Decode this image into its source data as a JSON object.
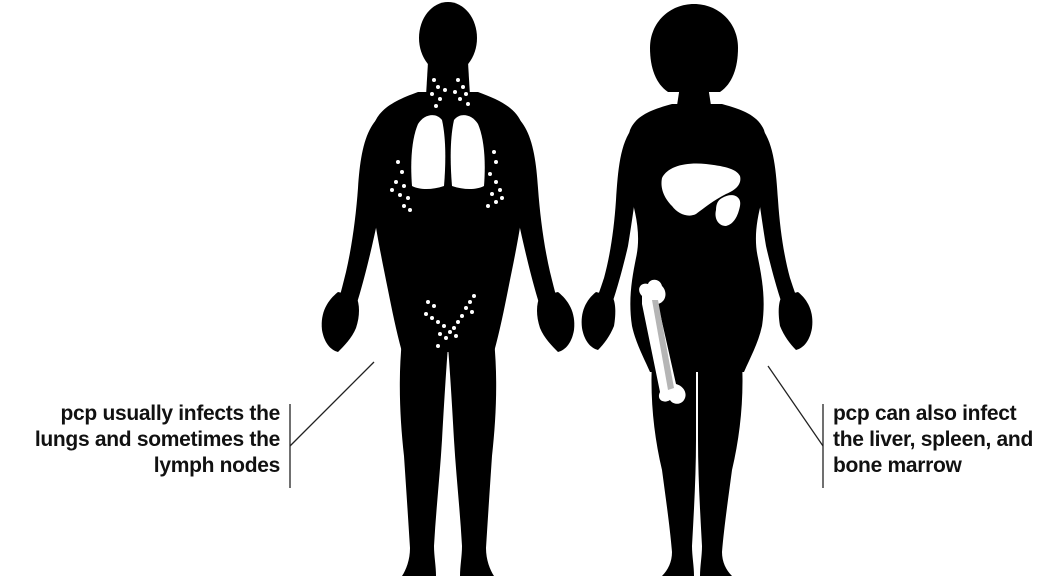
{
  "colors": {
    "silhouette": "#000000",
    "organ": "#ffffff",
    "bone_shaft": "#b5b5b5",
    "callout_text": "#111111",
    "background": "#ffffff"
  },
  "callouts": {
    "left": {
      "lines": [
        "pcp usually infects the",
        "lungs and sometimes the",
        "lymph nodes"
      ]
    },
    "right": {
      "lines": [
        "pcp can also infect",
        "the liver, spleen, and",
        "bone marrow"
      ]
    }
  },
  "figures": {
    "left": {
      "organs": [
        "lungs-icon",
        "lymph-nodes-icon"
      ]
    },
    "right": {
      "organs": [
        "liver-icon",
        "spleen-icon",
        "femur-bone-icon"
      ]
    }
  }
}
